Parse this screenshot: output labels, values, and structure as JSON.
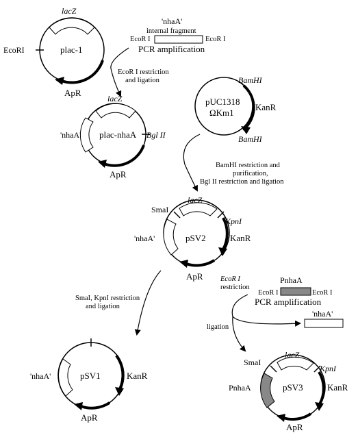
{
  "plasmids": {
    "plac1": {
      "name": "plac-1",
      "lacz": "lacZ",
      "ecori": "EcoRI",
      "apr": "ApR"
    },
    "placnha": {
      "name": "plac-nhaA",
      "lacz": "lacZ",
      "nhaa": "'nhaA'",
      "bglii": "Bgl II",
      "apr": "ApR"
    },
    "puc1318": {
      "name_line1": "pUC1318",
      "name_line2": "ΩKm1",
      "bamhi_top": "BamHI",
      "kanr": "KanR",
      "bamhi_bottom": "BamHI"
    },
    "psv2": {
      "name": "pSV2",
      "smai": "SmaI",
      "lacz": "lacZ",
      "kpni": "KpnI",
      "nhaa": "'nhaA'",
      "kanr": "KanR",
      "apr": "ApR"
    },
    "psv1": {
      "name": "pSV1",
      "nhaa": "'nhaA'",
      "kanr": "KanR",
      "apr": "ApR"
    },
    "psv3": {
      "name": "pSV3",
      "smai": "SmaI",
      "lacz": "lacZ",
      "kpni": "KpnI",
      "pnhaa": "PnhaA",
      "kanr": "KanR",
      "apr": "ApR"
    }
  },
  "fragments": {
    "internal": {
      "title_line1": "'nhaA'",
      "title_line2": "internal fragment",
      "left_site": "EcoR I",
      "right_site": "EcoR I",
      "method": "PCR amplification"
    },
    "promoter": {
      "title": "PnhaA",
      "left_site": "EcoR I",
      "right_site": "EcoR I",
      "method": "PCR amplification"
    },
    "released": {
      "label": "'nhaA'"
    }
  },
  "steps": {
    "s1_line1": "EcoR I restriction",
    "s1_line2": "and ligation",
    "s2_line1": "BamHI restriction and",
    "s2_line2": "purification,",
    "s2_line3": "Bgl II restriction and ligation",
    "s3_line1": "SmaI, KpnI restriction",
    "s3_line2": "and ligation",
    "s4_line1": "EcoR I",
    "s4_line2": "restriction",
    "s5": "ligation"
  }
}
